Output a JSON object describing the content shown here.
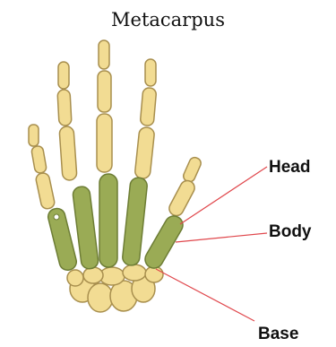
{
  "title": "Metacarpus",
  "labels": {
    "head": "Head",
    "body": "Body",
    "base": "Base"
  },
  "colors": {
    "bone": "#f2dc93",
    "bone_outline": "#a88f4e",
    "metacarpal": "#9aab55",
    "metacarpal_outline": "#6d7d35",
    "leader_line": "#e0474c",
    "text": "#111111"
  }
}
